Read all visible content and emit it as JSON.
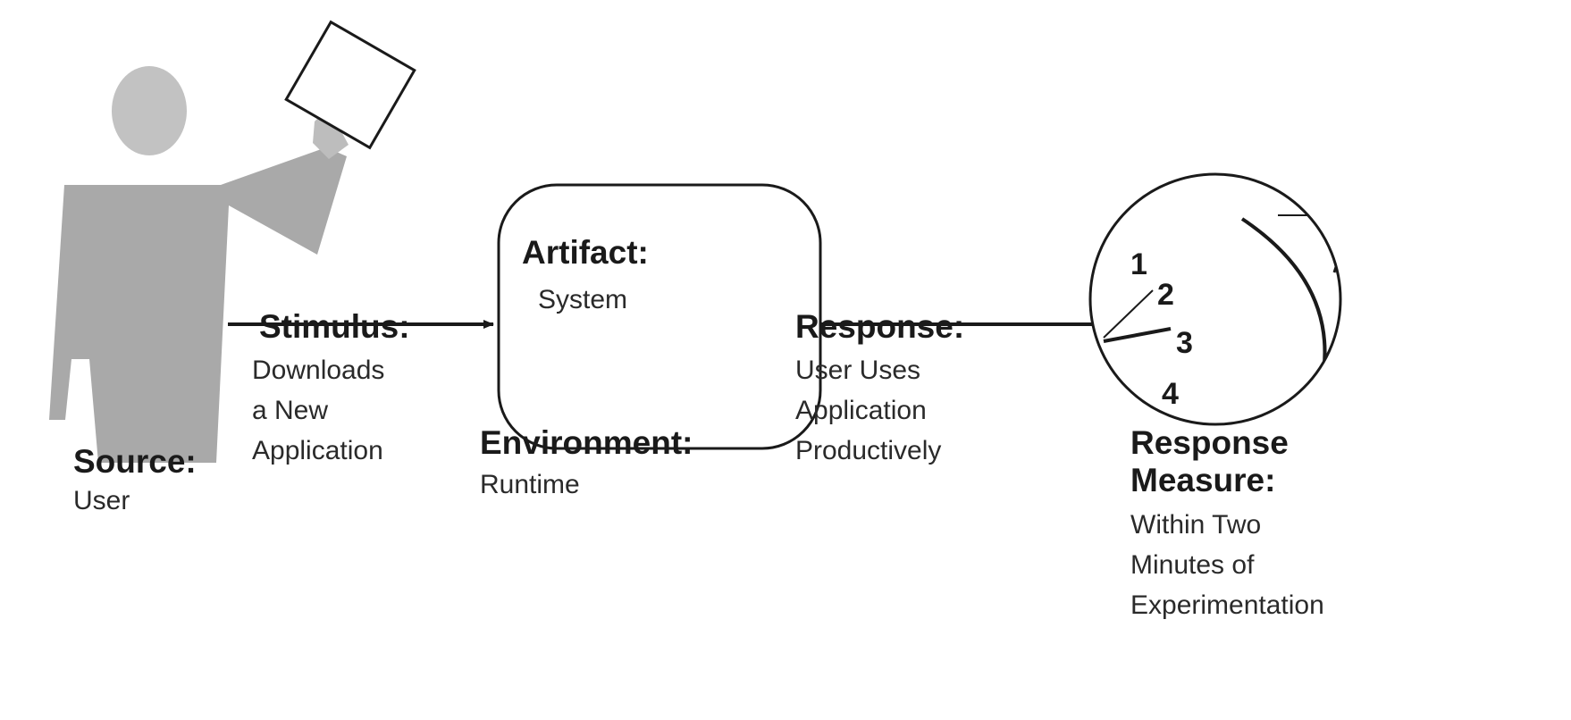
{
  "source": {
    "heading": "Source:",
    "value": "User"
  },
  "stimulus": {
    "heading": "Stimulus:",
    "lines": [
      "Downloads",
      "a New",
      "Application"
    ]
  },
  "artifact": {
    "heading": "Artifact:",
    "value": "System"
  },
  "environment": {
    "heading": "Environment:",
    "value": "Runtime"
  },
  "response": {
    "heading": "Response:",
    "lines": [
      "User Uses",
      "Application",
      "Productively"
    ]
  },
  "response_measure": {
    "heading_lines": [
      "Response",
      "Measure:"
    ],
    "lines": [
      "Within Two",
      "Minutes of",
      "Experimentation"
    ],
    "dial_numbers": [
      "1",
      "2",
      "3",
      "4"
    ]
  },
  "colors": {
    "figure": "#a9a9a9",
    "head": "#c2c2c2",
    "ink": "#1a1a1a"
  }
}
